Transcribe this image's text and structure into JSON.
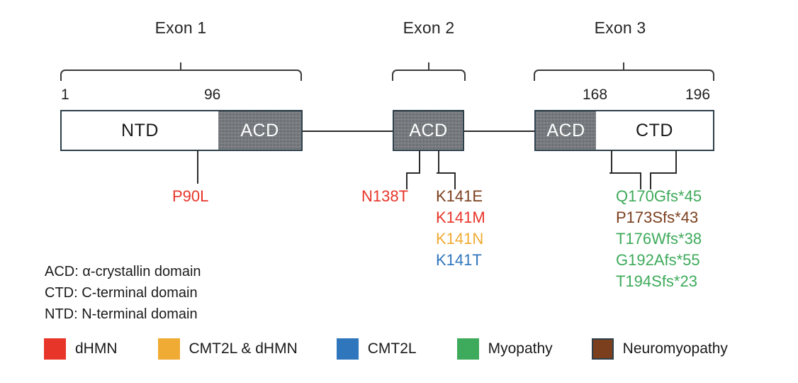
{
  "colors": {
    "dhmn": "#e8352a",
    "cmt2l_dhmn": "#efab33",
    "cmt2l": "#2f76bd",
    "myopathy": "#3eaa5b",
    "neuromyopathy": "#7b3f1d",
    "box_border": "#2c3f4a",
    "acd_fill": "#4a4f55",
    "line": "#2b2b2b",
    "text": "#1a1a1a"
  },
  "exons": [
    {
      "title": "Exon 1"
    },
    {
      "title": "Exon 2"
    },
    {
      "title": "Exon 3"
    }
  ],
  "residue_numbers": {
    "start": "1",
    "ntd_acd_boundary": "96",
    "acd_ctd_boundary": "168",
    "end": "196"
  },
  "domains": {
    "ntd": "NTD",
    "acd": "ACD",
    "acd2": "ACD",
    "acd3": "ACD",
    "ctd": "CTD"
  },
  "mutations": {
    "exon1": [
      {
        "label": "P90L",
        "color": "#e8352a"
      }
    ],
    "exon2_left": [
      {
        "label": "N138T",
        "color": "#e8352a"
      }
    ],
    "exon2_right": [
      {
        "label": "K141E",
        "color": "#7b3f1d"
      },
      {
        "label": "K141M",
        "color": "#e8352a"
      },
      {
        "label": "K141N",
        "color": "#efab33"
      },
      {
        "label": "K141T",
        "color": "#2f76bd"
      }
    ],
    "exon3": [
      {
        "label": "Q170Gfs*45",
        "color": "#3eaa5b"
      },
      {
        "label": "P173Sfs*43",
        "color": "#7b3f1d"
      },
      {
        "label": "T176Wfs*38",
        "color": "#3eaa5b"
      },
      {
        "label": "G192Afs*55",
        "color": "#3eaa5b"
      },
      {
        "label": "T194Sfs*23",
        "color": "#3eaa5b"
      }
    ]
  },
  "abbreviations": [
    "ACD: α-crystallin domain",
    "CTD: C-terminal domain",
    "NTD: N-terminal domain"
  ],
  "legend": [
    {
      "label": "dHMN",
      "color": "#e8352a"
    },
    {
      "label": "CMT2L & dHMN",
      "color": "#efab33"
    },
    {
      "label": "CMT2L",
      "color": "#2f76bd"
    },
    {
      "label": "Myopathy",
      "color": "#3eaa5b"
    },
    {
      "label": "Neuromyopathy",
      "color": "#7b3f1d"
    }
  ]
}
